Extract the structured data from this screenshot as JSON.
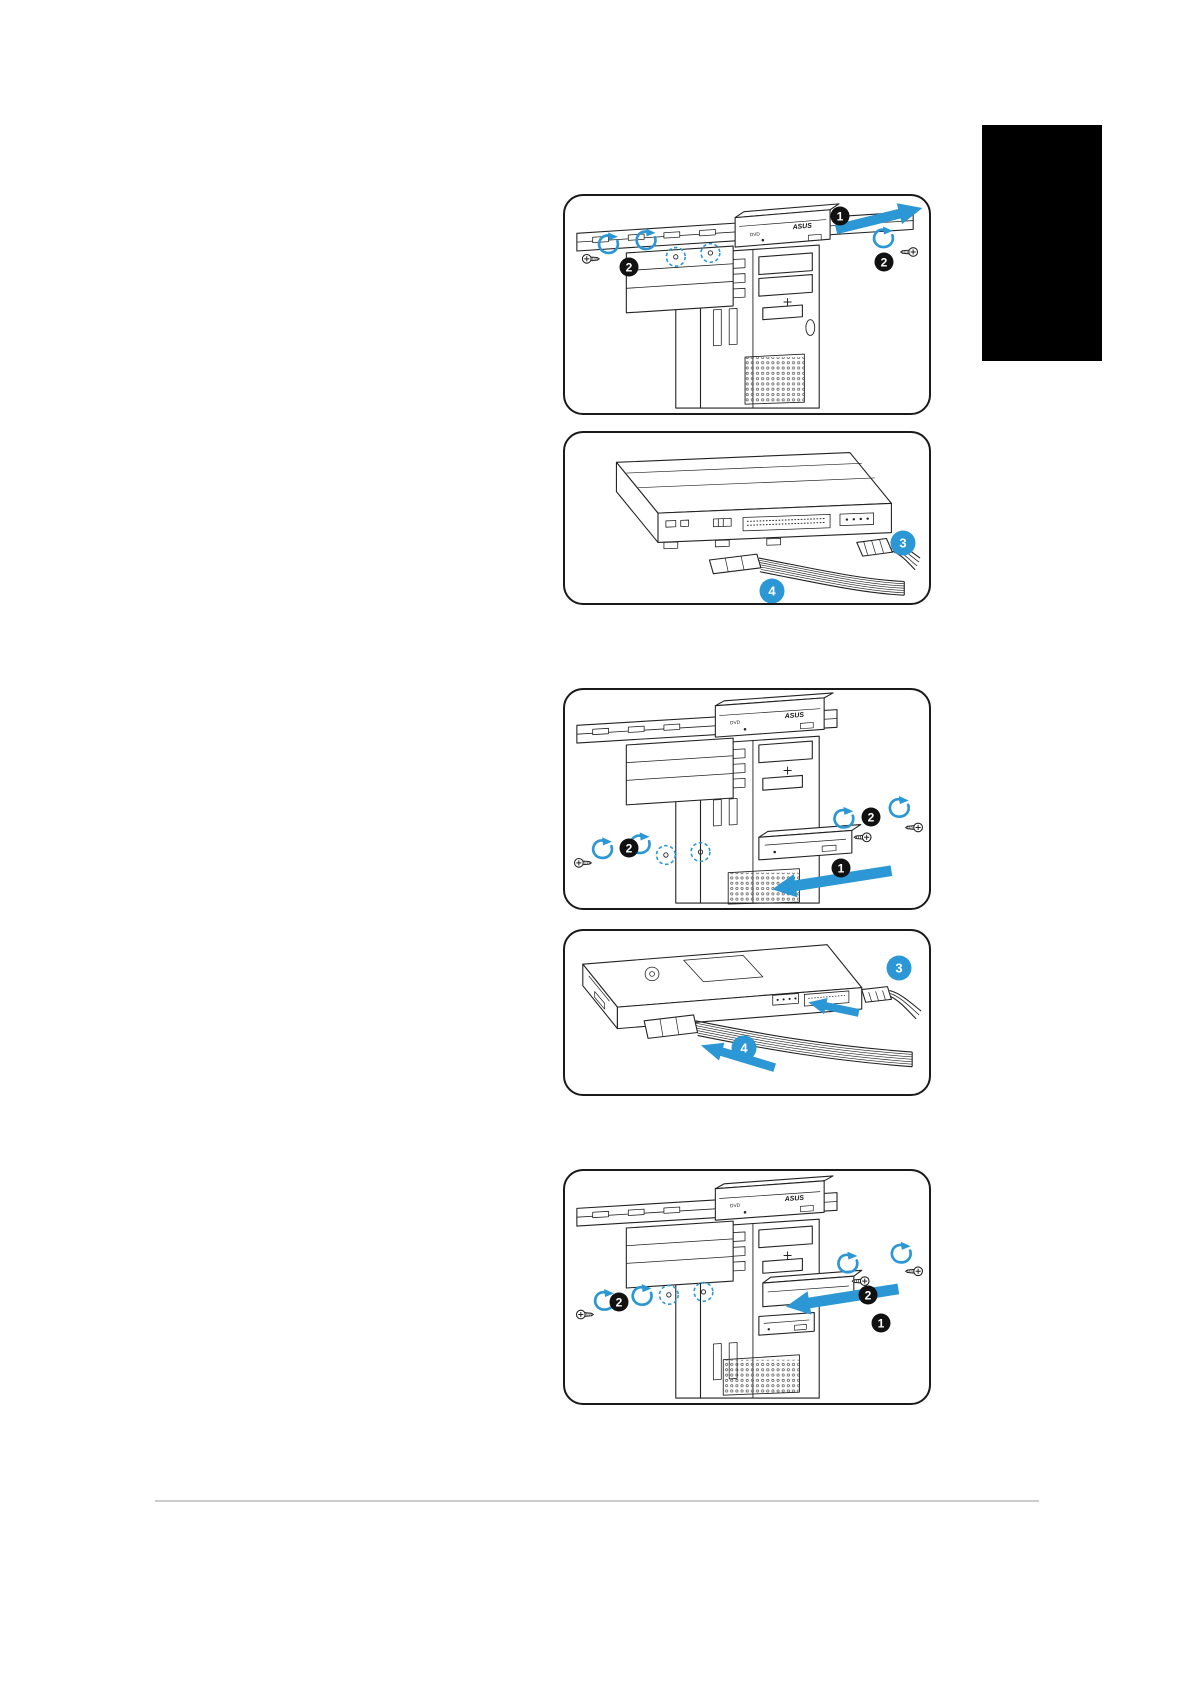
{
  "page": {
    "background": "#ffffff",
    "side_tab_color": "#000000"
  },
  "brand": {
    "drive_label": "ASUS",
    "dvd_label": "DVD"
  },
  "palette": {
    "accent_blue": "#2b97d4",
    "line": "#222222",
    "callout_black": "#111111"
  },
  "figures": {
    "optical_install": {
      "callouts": [
        {
          "n": "1"
        },
        {
          "n": "2"
        },
        {
          "n": "2"
        }
      ]
    },
    "optical_cables": {
      "callouts": [
        {
          "n": "3"
        },
        {
          "n": "4"
        }
      ]
    },
    "floppy_install": {
      "callouts": [
        {
          "n": "2"
        },
        {
          "n": "2"
        },
        {
          "n": "1"
        }
      ]
    },
    "floppy_cables": {
      "callouts": [
        {
          "n": "3"
        },
        {
          "n": "4"
        }
      ]
    },
    "bay_drive_install": {
      "callouts": [
        {
          "n": "2"
        },
        {
          "n": "2"
        },
        {
          "n": "1"
        }
      ]
    }
  }
}
